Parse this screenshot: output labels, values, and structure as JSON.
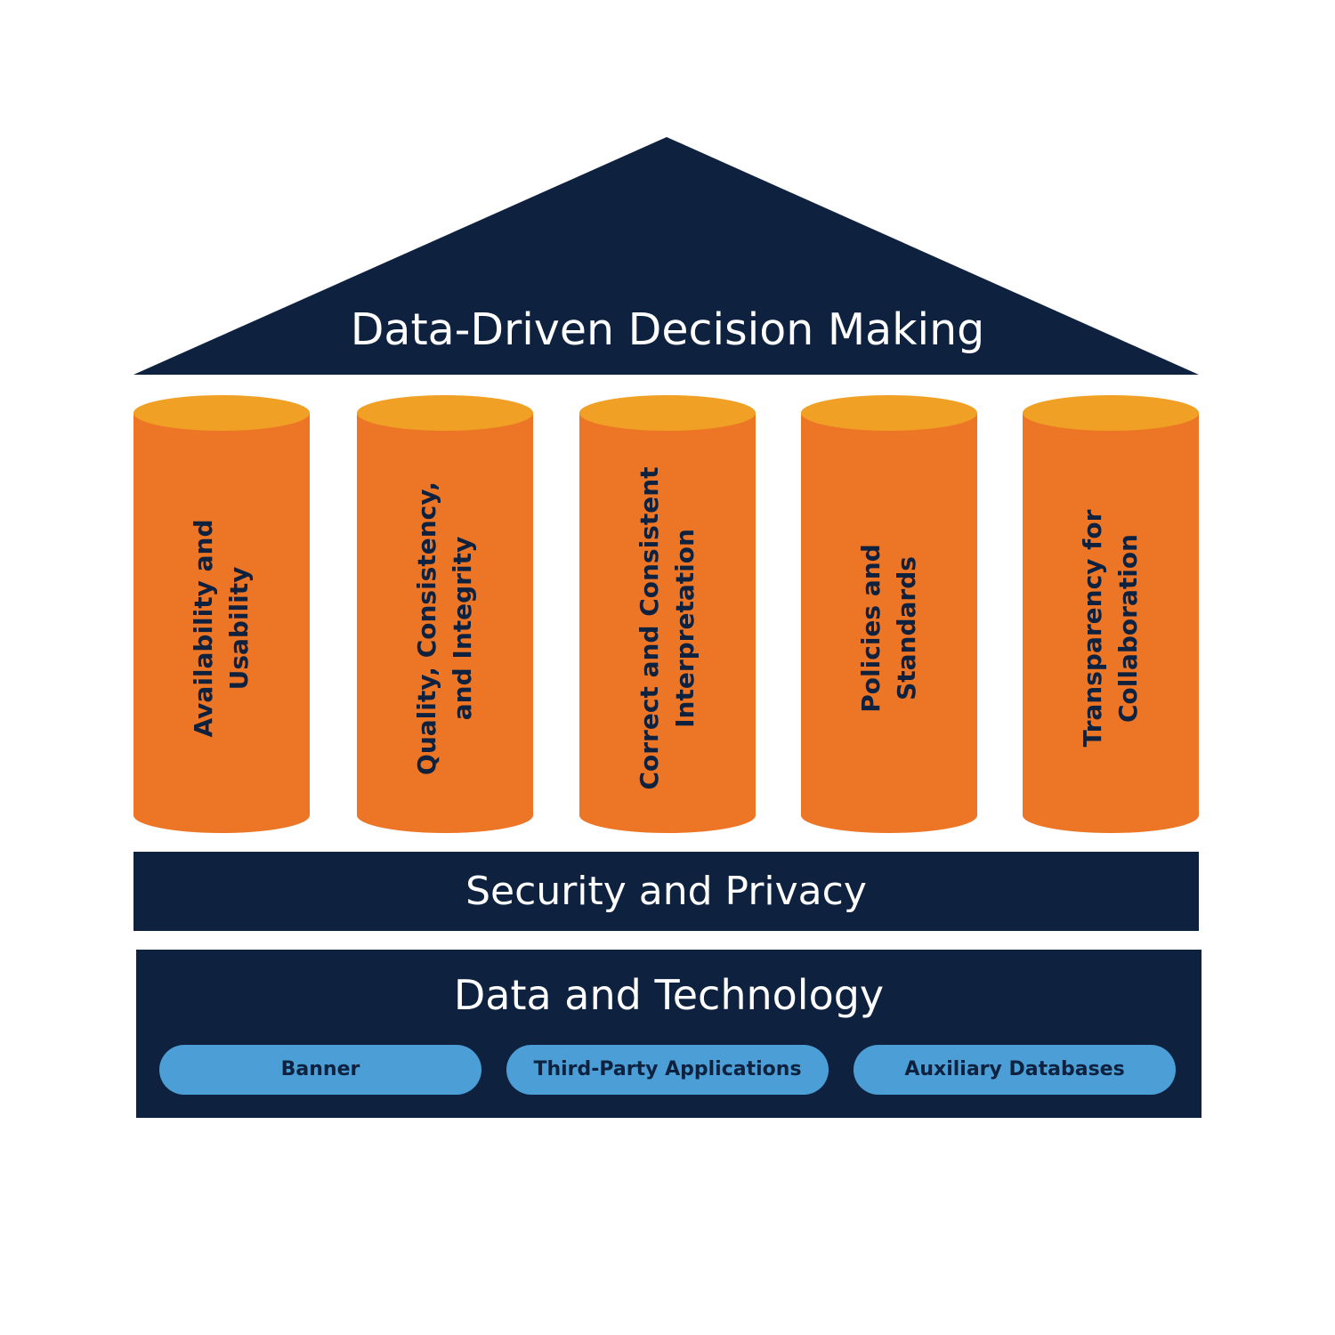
{
  "colors": {
    "navy": "#0e213f",
    "pillar_body": "#ec7625",
    "pillar_top": "#f0a024",
    "pill": "#4c9ed6",
    "white": "#ffffff"
  },
  "roof": {
    "title": "Data-Driven Decision Making"
  },
  "pillars": [
    {
      "label": "Availability and\nUsability"
    },
    {
      "label": "Quality, Consistency,\nand Integrity"
    },
    {
      "label": "Correct and Consistent\nInterpretation"
    },
    {
      "label": "Policies and\nStandards"
    },
    {
      "label": "Transparency for\nCollaboration"
    }
  ],
  "security_band": {
    "title": "Security and Privacy"
  },
  "data_band": {
    "title": "Data and Technology",
    "items": [
      {
        "label": "Banner"
      },
      {
        "label": "Third-Party Applications"
      },
      {
        "label": "Auxiliary Databases"
      }
    ]
  }
}
